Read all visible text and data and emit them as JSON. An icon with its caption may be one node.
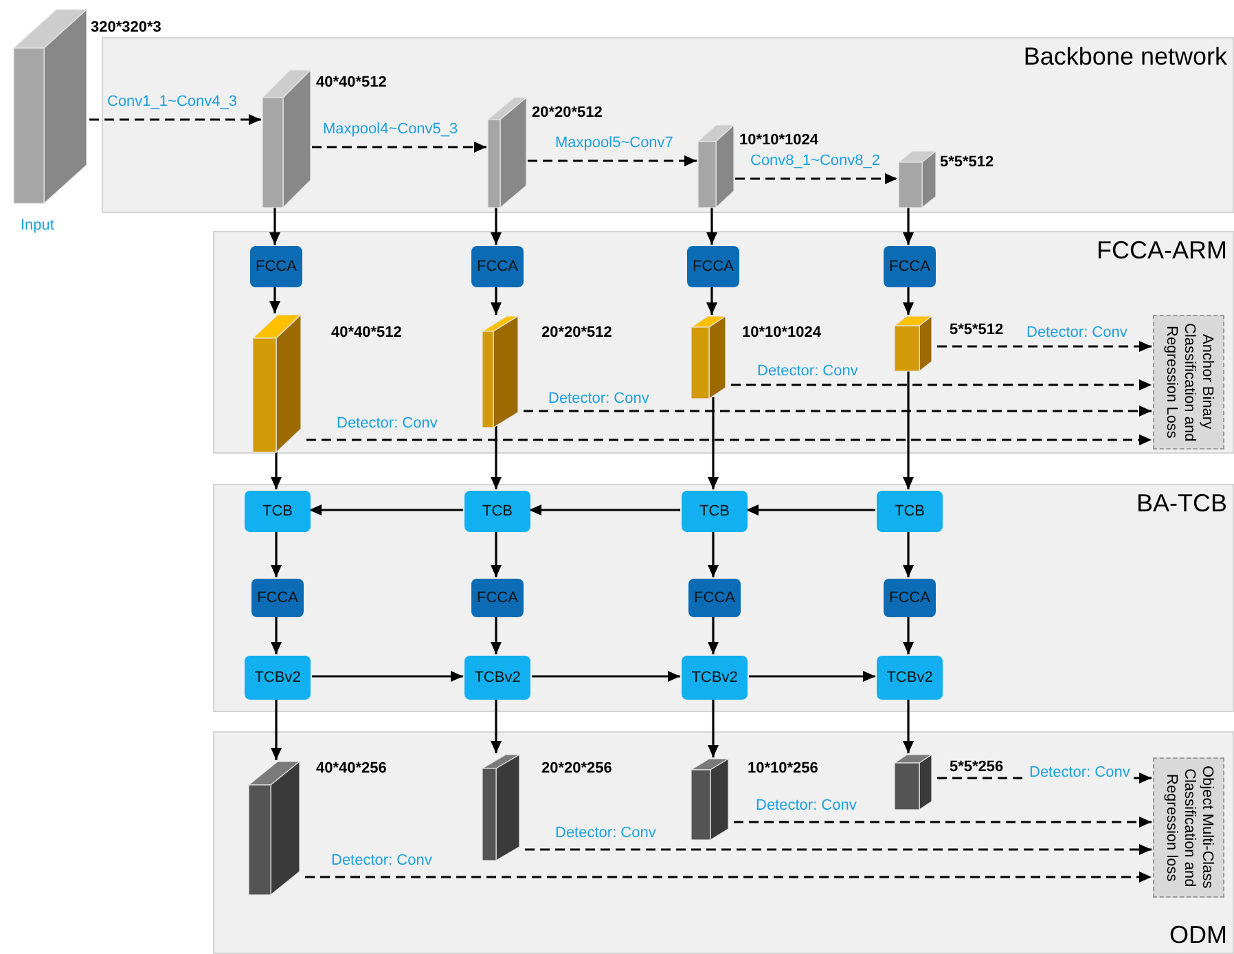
{
  "diagram": {
    "nodes": [
      {
        "text": [],
        "shape": "cuboid",
        "beside": [
          "320*320*3",
          "Input"
        ]
      },
      {
        "text": [
          "Backbone network"
        ]
      },
      {
        "text": [],
        "shape": "cuboid",
        "in": 1,
        "beside": [
          "40*40*512"
        ]
      },
      {
        "text": [],
        "shape": "cuboid",
        "in": 1,
        "beside": [
          "20*20*512"
        ]
      },
      {
        "text": [],
        "shape": "cuboid",
        "in": 1,
        "beside": [
          "10*10*1024"
        ]
      },
      {
        "text": [],
        "shape": "cuboid",
        "in": 1,
        "beside": [
          "5*5*512"
        ]
      },
      {
        "text": [
          "FCCA-ARM"
        ]
      },
      {
        "text": [
          "FCCA"
        ],
        "in": 6
      },
      {
        "text": [
          "FCCA"
        ],
        "in": 6
      },
      {
        "text": [
          "FCCA"
        ],
        "in": 6
      },
      {
        "text": [
          "FCCA"
        ],
        "in": 6
      },
      {
        "text": [],
        "shape": "cuboid",
        "in": 6,
        "beside": [
          "40*40*512"
        ]
      },
      {
        "text": [],
        "shape": "cuboid",
        "in": 6,
        "beside": [
          "20*20*512"
        ]
      },
      {
        "text": [],
        "shape": "cuboid",
        "in": 6,
        "beside": [
          "10*10*1024"
        ]
      },
      {
        "text": [],
        "shape": "cuboid",
        "in": 6,
        "beside": [
          "5*5*512"
        ]
      },
      {
        "text": [
          "Anchor Binary Classification and Regression Loss"
        ],
        "in": 6
      },
      {
        "text": [
          "BA-TCB"
        ]
      },
      {
        "text": [
          "TCB"
        ],
        "in": 16
      },
      {
        "text": [
          "TCB"
        ],
        "in": 16
      },
      {
        "text": [
          "TCB"
        ],
        "in": 16
      },
      {
        "text": [
          "TCB"
        ],
        "in": 16
      },
      {
        "text": [
          "FCCA"
        ],
        "in": 16
      },
      {
        "text": [
          "FCCA"
        ],
        "in": 16
      },
      {
        "text": [
          "FCCA"
        ],
        "in": 16
      },
      {
        "text": [
          "FCCA"
        ],
        "in": 16
      },
      {
        "text": [
          "TCBv2"
        ],
        "in": 16
      },
      {
        "text": [
          "TCBv2"
        ],
        "in": 16
      },
      {
        "text": [
          "TCBv2"
        ],
        "in": 16
      },
      {
        "text": [
          "TCBv2"
        ],
        "in": 16
      },
      {
        "text": [
          "ODM"
        ]
      },
      {
        "text": [],
        "shape": "cuboid",
        "in": 29,
        "beside": [
          "40*40*256"
        ]
      },
      {
        "text": [],
        "shape": "cuboid",
        "in": 29,
        "beside": [
          "20*20*256"
        ]
      },
      {
        "text": [],
        "shape": "cuboid",
        "in": 29,
        "beside": [
          "10*10*256"
        ]
      },
      {
        "text": [],
        "shape": "cuboid",
        "in": 29,
        "beside": [
          "5*5*256"
        ]
      },
      {
        "text": [
          "Object Multi-Class Classification and Regression loss"
        ],
        "in": 29
      }
    ],
    "edges": [
      {
        "from": 0,
        "to": 2,
        "arrow": "to",
        "label": "Conv1_1~Conv4_3",
        "style": "dashed"
      },
      {
        "from": 2,
        "to": 3,
        "arrow": "to",
        "label": "Maxpool4~Conv5_3",
        "style": "dashed"
      },
      {
        "from": 3,
        "to": 4,
        "arrow": "to",
        "label": "Maxpool5~Conv7",
        "style": "dashed"
      },
      {
        "from": 4,
        "to": 5,
        "arrow": "to",
        "label": "Conv8_1~Conv8_2",
        "style": "dashed"
      },
      {
        "from": 2,
        "to": 7,
        "arrow": "to"
      },
      {
        "from": 3,
        "to": 8,
        "arrow": "to"
      },
      {
        "from": 4,
        "to": 9,
        "arrow": "to"
      },
      {
        "from": 5,
        "to": 10,
        "arrow": "to"
      },
      {
        "from": 7,
        "to": 11,
        "arrow": "to"
      },
      {
        "from": 8,
        "to": 12,
        "arrow": "to"
      },
      {
        "from": 9,
        "to": 13,
        "arrow": "to"
      },
      {
        "from": 10,
        "to": 14,
        "arrow": "to"
      },
      {
        "from": 11,
        "to": 17,
        "arrow": "to"
      },
      {
        "from": 12,
        "to": 18,
        "arrow": "to"
      },
      {
        "from": 13,
        "to": 19,
        "arrow": "to"
      },
      {
        "from": 14,
        "to": 20,
        "arrow": "to"
      },
      {
        "from": 11,
        "to": 15,
        "arrow": "to",
        "label": "Detector: Conv",
        "style": "dashed"
      },
      {
        "from": 12,
        "to": 15,
        "arrow": "to",
        "label": "Detector: Conv",
        "style": "dashed"
      },
      {
        "from": 13,
        "to": 15,
        "arrow": "to",
        "label": "Detector: Conv",
        "style": "dashed"
      },
      {
        "from": 14,
        "to": 15,
        "arrow": "to",
        "label": "Detector: Conv",
        "style": "dashed"
      },
      {
        "from": 20,
        "to": 19,
        "arrow": "to"
      },
      {
        "from": 19,
        "to": 18,
        "arrow": "to"
      },
      {
        "from": 18,
        "to": 17,
        "arrow": "to"
      },
      {
        "from": 17,
        "to": 21,
        "arrow": "to"
      },
      {
        "from": 18,
        "to": 22,
        "arrow": "to"
      },
      {
        "from": 19,
        "to": 23,
        "arrow": "to"
      },
      {
        "from": 20,
        "to": 24,
        "arrow": "to"
      },
      {
        "from": 21,
        "to": 25,
        "arrow": "to"
      },
      {
        "from": 22,
        "to": 26,
        "arrow": "to"
      },
      {
        "from": 23,
        "to": 27,
        "arrow": "to"
      },
      {
        "from": 24,
        "to": 28,
        "arrow": "to"
      },
      {
        "from": 25,
        "to": 26,
        "arrow": "to"
      },
      {
        "from": 26,
        "to": 27,
        "arrow": "to"
      },
      {
        "from": 27,
        "to": 28,
        "arrow": "to"
      },
      {
        "from": 25,
        "to": 30,
        "arrow": "to"
      },
      {
        "from": 26,
        "to": 31,
        "arrow": "to"
      },
      {
        "from": 27,
        "to": 32,
        "arrow": "to"
      },
      {
        "from": 28,
        "to": 33,
        "arrow": "to"
      },
      {
        "from": 30,
        "to": 34,
        "arrow": "to",
        "label": "Detector: Conv",
        "style": "dashed"
      },
      {
        "from": 31,
        "to": 34,
        "arrow": "to",
        "label": "Detector: Conv",
        "style": "dashed"
      },
      {
        "from": 32,
        "to": 34,
        "arrow": "to",
        "label": "Detector: Conv",
        "style": "dashed"
      },
      {
        "from": 33,
        "to": 34,
        "arrow": "to",
        "label": "Detector: Conv",
        "style": "dashed"
      }
    ]
  }
}
